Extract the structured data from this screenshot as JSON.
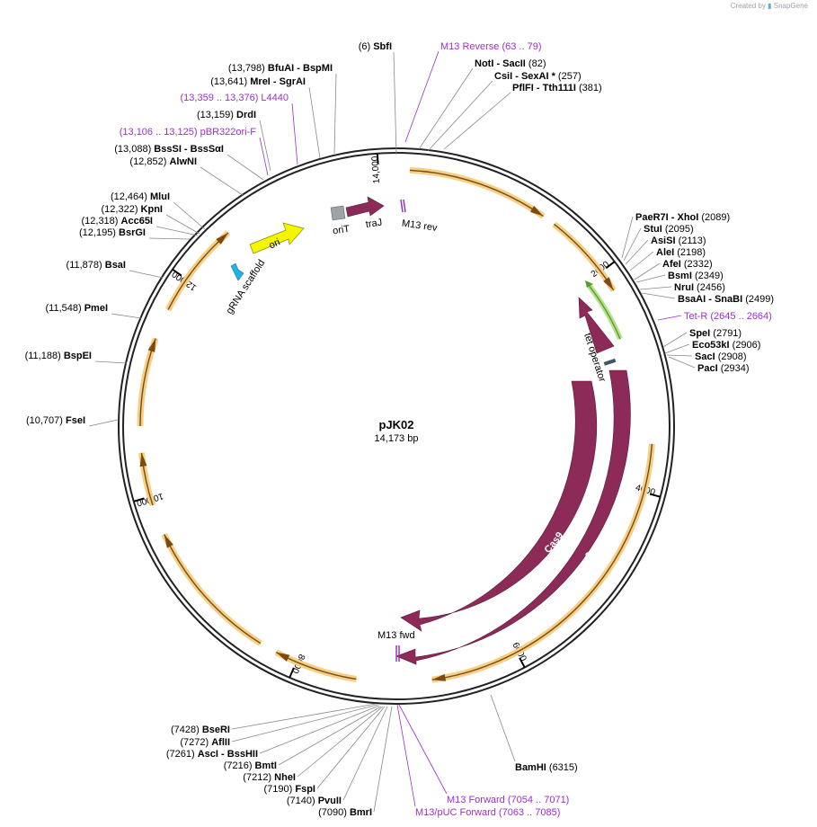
{
  "header": {
    "created_by": "Created by",
    "app_name": "SnapGene"
  },
  "plasmid": {
    "name": "pJK02",
    "length_label": "14,173 bp"
  },
  "ring_ticks": [
    {
      "label": "2000",
      "kind": "major"
    },
    {
      "label": "4000",
      "kind": "major"
    },
    {
      "label": "6000",
      "kind": "major"
    },
    {
      "label": "8000",
      "kind": "major"
    },
    {
      "label": "10,000",
      "kind": "major"
    },
    {
      "label": "12,000",
      "kind": "major"
    },
    {
      "label": "14,000",
      "kind": "major"
    }
  ],
  "features": [
    {
      "name": "oriT",
      "color": "#9ea3a8",
      "icon": "feature-box"
    },
    {
      "name": "traJ",
      "color": "#8c2a58",
      "icon": "arrow"
    },
    {
      "name": "M13 rev",
      "color": "#9b30c8",
      "icon": "primer-site"
    },
    {
      "name": "TetR",
      "color": "#8c2a58",
      "icon": "arrow"
    },
    {
      "name": "tet operator",
      "color": "#3f5563",
      "icon": "feature-box"
    },
    {
      "name": "Cas9",
      "color": "#8c2a58",
      "icon": "arrow"
    },
    {
      "name": "Cas9",
      "color": "#8c2a58",
      "icon": "arrow"
    },
    {
      "name": "M13 fwd",
      "color": "#9b30c8",
      "icon": "primer-site"
    },
    {
      "name": "ori",
      "color": "#f5f500",
      "icon": "arrow"
    },
    {
      "name": "gRNA scaffold",
      "color": "#22b3e6",
      "icon": "arrow"
    }
  ],
  "sites_top_left": [
    {
      "pos": "(6)",
      "name": "SbfI"
    },
    {
      "pos": "(13,798)",
      "name": "BfuAI",
      "alt": "- BspMI"
    },
    {
      "pos": "(13,641)",
      "name": "MreI",
      "alt": "- SgrAI"
    },
    {
      "pos": "(13,359 .. 13,376)",
      "name": "L4440",
      "primer": true
    },
    {
      "pos": "(13,159)",
      "name": "DrdI"
    },
    {
      "pos": "(13,106 .. 13,125)",
      "name": "pBR322ori-F",
      "primer": true
    },
    {
      "pos": "(13,088)",
      "name": "BssSI",
      "alt": "- BssSαI"
    },
    {
      "pos": "(12,852)",
      "name": "AlwNI"
    },
    {
      "pos": "(12,464)",
      "name": "MluI"
    },
    {
      "pos": "(12,322)",
      "name": "KpnI"
    },
    {
      "pos": "(12,318)",
      "name": "Acc65I"
    },
    {
      "pos": "(12,195)",
      "name": "BsrGI"
    },
    {
      "pos": "(11,878)",
      "name": "BsaI"
    },
    {
      "pos": "(11,548)",
      "name": "PmeI"
    },
    {
      "pos": "(11,188)",
      "name": "BspEI"
    },
    {
      "pos": "(10,707)",
      "name": "FseI"
    }
  ],
  "sites_top_right": [
    {
      "name": "M13 Reverse",
      "pos": "(63 .. 79)",
      "primer": true
    },
    {
      "name": "NotI",
      "alt": "- SacII",
      "pos": "(82)"
    },
    {
      "name": "CsiI",
      "alt": "- SexAI *",
      "pos": "(257)"
    },
    {
      "name": "PflFI",
      "alt": "- Tth111I",
      "pos": "(381)"
    }
  ],
  "sites_right": [
    {
      "name": "PaeR7I",
      "alt": "- XhoI",
      "pos": "(2089)"
    },
    {
      "name": "StuI",
      "pos": "(2095)"
    },
    {
      "name": "AsiSI",
      "pos": "(2113)"
    },
    {
      "name": "AleI",
      "pos": "(2198)"
    },
    {
      "name": "AfeI",
      "pos": "(2332)"
    },
    {
      "name": "BsmI",
      "pos": "(2349)"
    },
    {
      "name": "NruI",
      "pos": "(2456)"
    },
    {
      "name": "BsaAI",
      "alt": "- SnaBI",
      "pos": "(2499)"
    },
    {
      "name": "Tet-R",
      "pos": "(2645 .. 2664)",
      "primer": true
    },
    {
      "name": "SpeI",
      "pos": "(2791)"
    },
    {
      "name": "Eco53kI",
      "pos": "(2906)"
    },
    {
      "name": "SacI",
      "pos": "(2908)"
    },
    {
      "name": "PacI",
      "pos": "(2934)"
    }
  ],
  "sites_bottom_left": [
    {
      "pos": "(7428)",
      "name": "BseRI"
    },
    {
      "pos": "(7272)",
      "name": "AflII"
    },
    {
      "pos": "(7261)",
      "name": "AscI",
      "alt": "- BssHII"
    },
    {
      "pos": "(7216)",
      "name": "BmtI"
    },
    {
      "pos": "(7212)",
      "name": "NheI"
    },
    {
      "pos": "(7190)",
      "name": "FspI"
    },
    {
      "pos": "(7140)",
      "name": "PvuII"
    },
    {
      "pos": "(7090)",
      "name": "BmrI"
    }
  ],
  "sites_bottom_right": [
    {
      "name": "BamHI",
      "pos": "(6315)"
    },
    {
      "name": "M13 Forward",
      "pos": "(7054 .. 7071)",
      "primer": true
    },
    {
      "name": "M13/pUC Forward",
      "pos": "(7063 .. 7085)",
      "primer": true
    }
  ],
  "colors": {
    "backbone": "#222222",
    "orf_fill": "#f3c77a",
    "orf_arrow": "#7a4a10",
    "cds": "#8c2a58",
    "primer": "#9b30c8",
    "green_orf": "#7ac143",
    "ori": "#f5f500",
    "grna": "#22b3e6"
  }
}
